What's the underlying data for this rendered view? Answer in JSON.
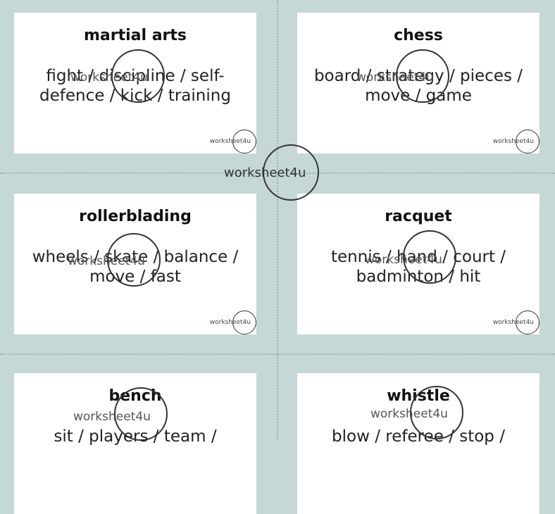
{
  "watermark": "worksheet4u",
  "cards": [
    {
      "title": "martial arts",
      "words": "fight / discipline / self-defence / kick / training"
    },
    {
      "title": "chess",
      "words": "board / strategy / pieces / move / game"
    },
    {
      "title": "rollerblading",
      "words": "wheels / skate / balance / move / fast"
    },
    {
      "title": "racquet",
      "words": "tennis / hand / court / badminton / hit"
    },
    {
      "title": "bench",
      "words": "sit / players / team /"
    },
    {
      "title": "whistle",
      "words": "blow / referee / stop /"
    }
  ]
}
